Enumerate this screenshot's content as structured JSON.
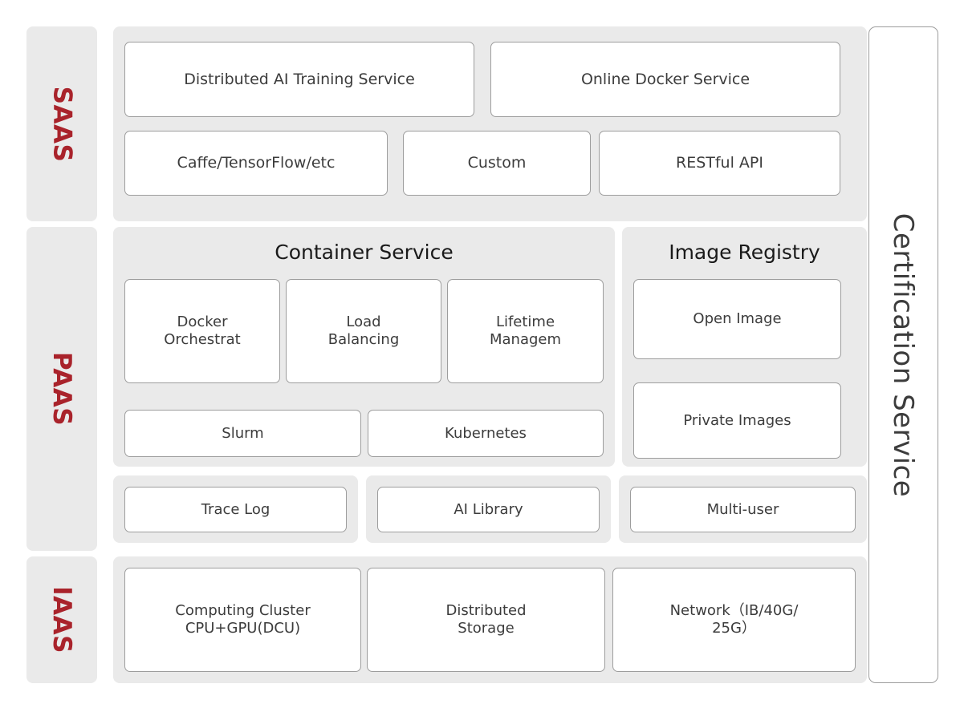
{
  "tiers": [
    {
      "key": "saas",
      "label": "SAAS"
    },
    {
      "key": "paas",
      "label": "PAAS"
    },
    {
      "key": "iaas",
      "label": "IAAS"
    }
  ],
  "saas": {
    "row1": [
      {
        "label": "Distributed AI Training Service"
      },
      {
        "label": "Online Docker Service"
      }
    ],
    "row2": [
      {
        "label": "Caffe/TensorFlow/etc"
      },
      {
        "label": "Custom"
      },
      {
        "label": "RESTful API"
      }
    ]
  },
  "paas": {
    "container_service": {
      "title": "Container Service",
      "row1": [
        {
          "label": "Docker\nOrchestrat"
        },
        {
          "label": "Load\nBalancing"
        },
        {
          "label": "Lifetime\nManagem"
        }
      ],
      "row2": [
        {
          "label": "Slurm"
        },
        {
          "label": "Kubernetes"
        }
      ]
    },
    "image_registry": {
      "title": "Image Registry",
      "items": [
        {
          "label": "Open Image"
        },
        {
          "label": "Private Images"
        }
      ]
    },
    "support_row": [
      {
        "label": "Trace Log"
      },
      {
        "label": "AI Library"
      },
      {
        "label": "Multi-user"
      }
    ]
  },
  "iaas": {
    "items": [
      {
        "label": "Computing Cluster\nCPU+GPU(DCU)"
      },
      {
        "label": "Distributed\nStorage"
      },
      {
        "label": "Network（IB/40G/\n25G）"
      }
    ]
  },
  "certification": {
    "label": "Certification Service"
  },
  "colors": {
    "tier_label_text": "#a9232b",
    "panel_background": "#eaeaea",
    "card_background": "#ffffff",
    "card_border": "#9d9d9d",
    "page_background": "#ffffff",
    "title_text": "#1a1a1a",
    "body_text": "#3c3c3c"
  }
}
